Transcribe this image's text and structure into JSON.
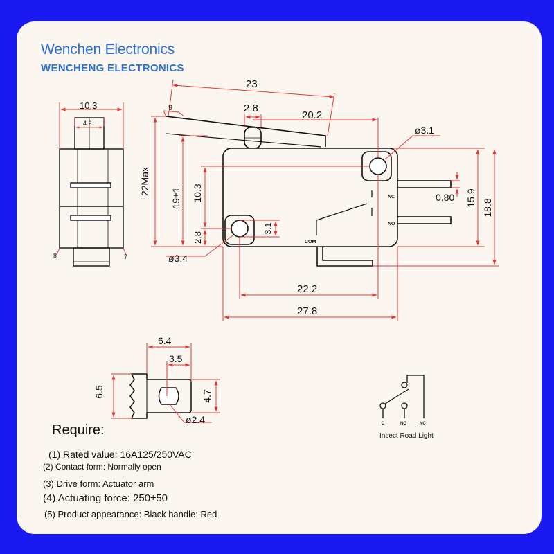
{
  "brand": {
    "name": "Wenchen Electronics",
    "name_caps": "WENCHENG ELECTRONICS"
  },
  "dimensions": {
    "side_width": "10.3",
    "side_inner": "4.2",
    "side_b": "8",
    "side_7": "7",
    "lever_len": "23",
    "lever_9": "9",
    "d_2_8_top": "2.8",
    "d_20_2": "20.2",
    "hole_top": "ø3.1",
    "max_h": "22Max",
    "h_19": "19±1",
    "h_10_3": "10.3",
    "h_2_8": "2.8",
    "h_3_1": "3.1",
    "hole_bottom": "ø3.4",
    "pin_thk": "0.80",
    "h_15_9": "15.9",
    "h_18_8": "18.8",
    "w_22_2": "22.2",
    "w_27_8": "27.8",
    "term_w": "6.4",
    "term_inner": "3.5",
    "term_h": "6.5",
    "term_h2": "4.7",
    "term_hole": "ø2.4",
    "nc": "NC",
    "no": "NO",
    "com": "COM"
  },
  "schematic": {
    "c": "C",
    "no": "NO",
    "nc": "NC",
    "caption": "Insect Road Light"
  },
  "requirements": {
    "title": "Require:",
    "items": [
      "(1) Rated value: 16A125/250VAC",
      "(2) Contact form: Normally open",
      "(3) Drive form: Actuator arm",
      "(4) Actuating force: 250±50",
      "(5) Product appearance: Black handle: Red"
    ]
  },
  "colors": {
    "background": "#1a1af0",
    "card": "#fbf6ef",
    "brand": "#2a6fd6",
    "dimension_line": "#e03a3a",
    "outline": "#111111"
  }
}
